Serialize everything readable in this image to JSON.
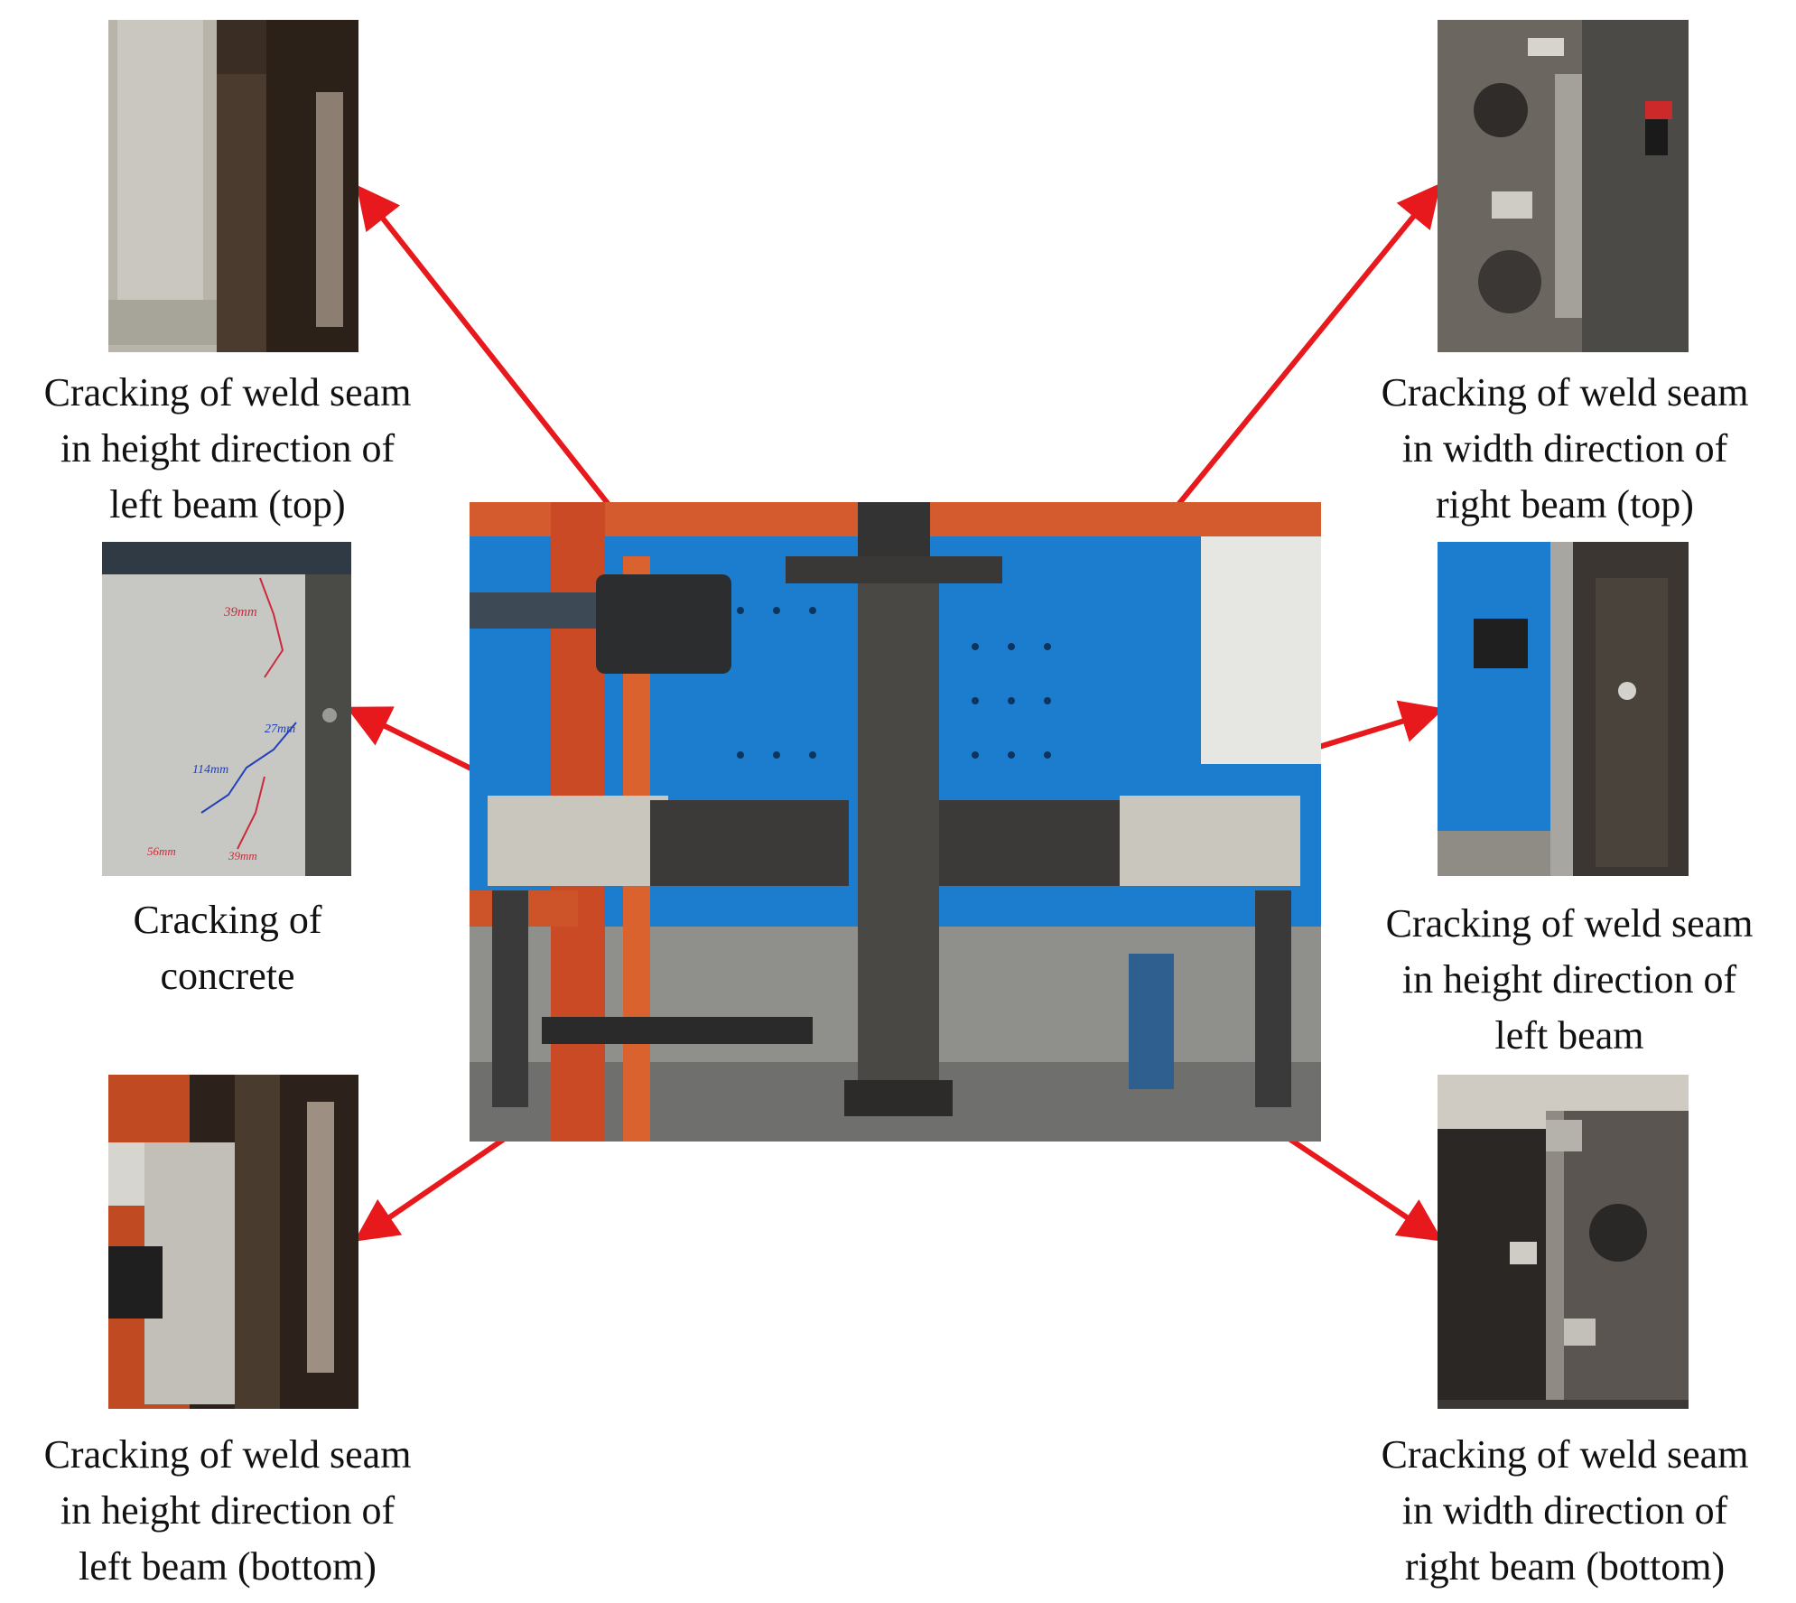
{
  "captions": {
    "left_top": {
      "lines": [
        "Cracking of weld seam",
        "in height direction of",
        "left beam (top)"
      ]
    },
    "left_middle": {
      "lines": [
        "Cracking of",
        "concrete"
      ]
    },
    "left_bottom": {
      "lines": [
        "Cracking of weld seam",
        "in height direction of",
        "left beam (bottom)"
      ]
    },
    "right_top": {
      "lines": [
        "Cracking of weld seam",
        "in width direction of",
        "right beam (top)"
      ]
    },
    "right_middle": {
      "lines": [
        "Cracking of weld seam",
        "in height direction of",
        "left beam"
      ]
    },
    "right_bottom": {
      "lines": [
        "Cracking of weld seam",
        "in width direction of",
        "right beam (bottom)"
      ]
    }
  },
  "crack_annotations": {
    "a1": "39mm",
    "a2": "27mm",
    "a3": "114mm",
    "a4": "56mm",
    "a5": "39mm"
  },
  "colors": {
    "arrow": "#e8191c",
    "steel_dark": "#3c3b39",
    "steel_light": "#b9b6ad",
    "rig_orange": "#d9542a",
    "wall_blue": "#1a7fd0",
    "floor_grey": "#8e8f8c"
  }
}
